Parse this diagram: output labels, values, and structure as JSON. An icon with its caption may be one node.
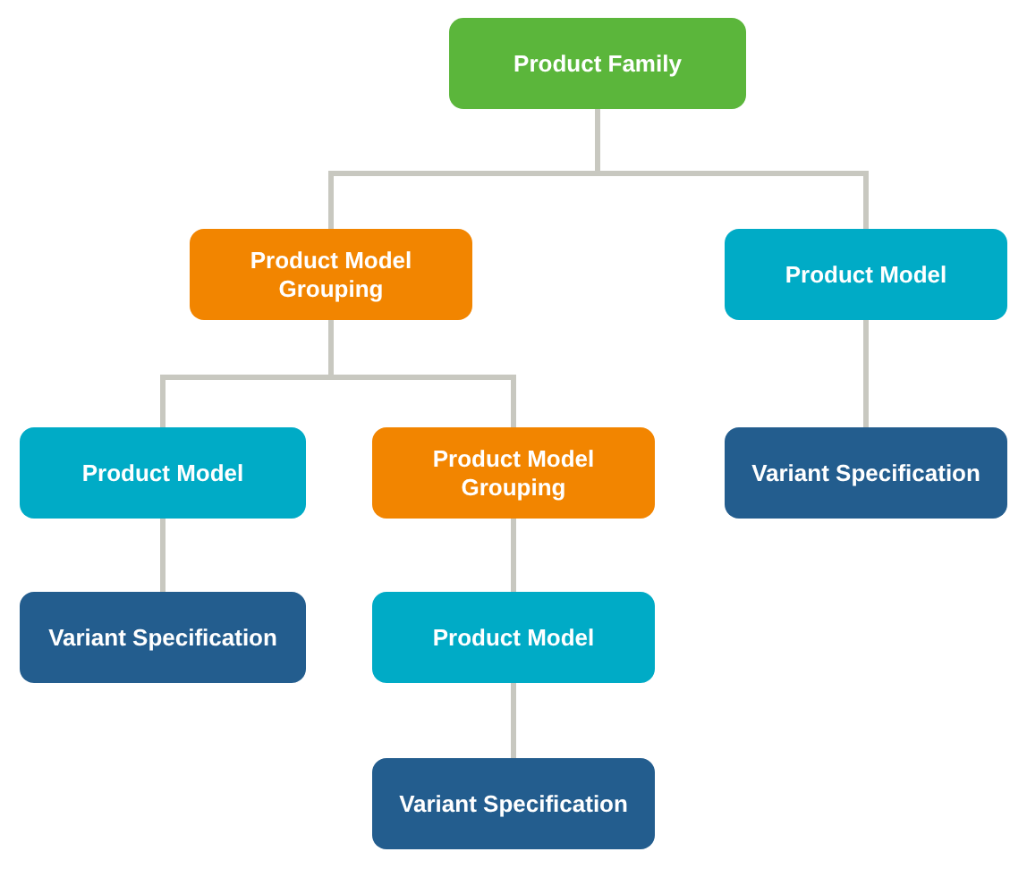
{
  "diagram": {
    "nodes": [
      {
        "text": [
          "Product Family"
        ]
      },
      {
        "text": [
          "Product Model Grouping"
        ]
      },
      {
        "text": [
          "Product Model"
        ]
      },
      {
        "text": [
          "Product Model"
        ]
      },
      {
        "text": [
          "Product Model Grouping"
        ]
      },
      {
        "text": [
          "Variant Specification"
        ]
      },
      {
        "text": [
          "Variant Specification"
        ]
      },
      {
        "text": [
          "Product Model"
        ]
      },
      {
        "text": [
          "Variant Specification"
        ]
      }
    ],
    "edges": [
      {
        "from": 0,
        "to": 1,
        "arrow": "none"
      },
      {
        "from": 0,
        "to": 2,
        "arrow": "none"
      },
      {
        "from": 1,
        "to": 3,
        "arrow": "none"
      },
      {
        "from": 1,
        "to": 4,
        "arrow": "none"
      },
      {
        "from": 2,
        "to": 5,
        "arrow": "none"
      },
      {
        "from": 3,
        "to": 6,
        "arrow": "none"
      },
      {
        "from": 4,
        "to": 7,
        "arrow": "none"
      },
      {
        "from": 7,
        "to": 8,
        "arrow": "none"
      }
    ]
  }
}
